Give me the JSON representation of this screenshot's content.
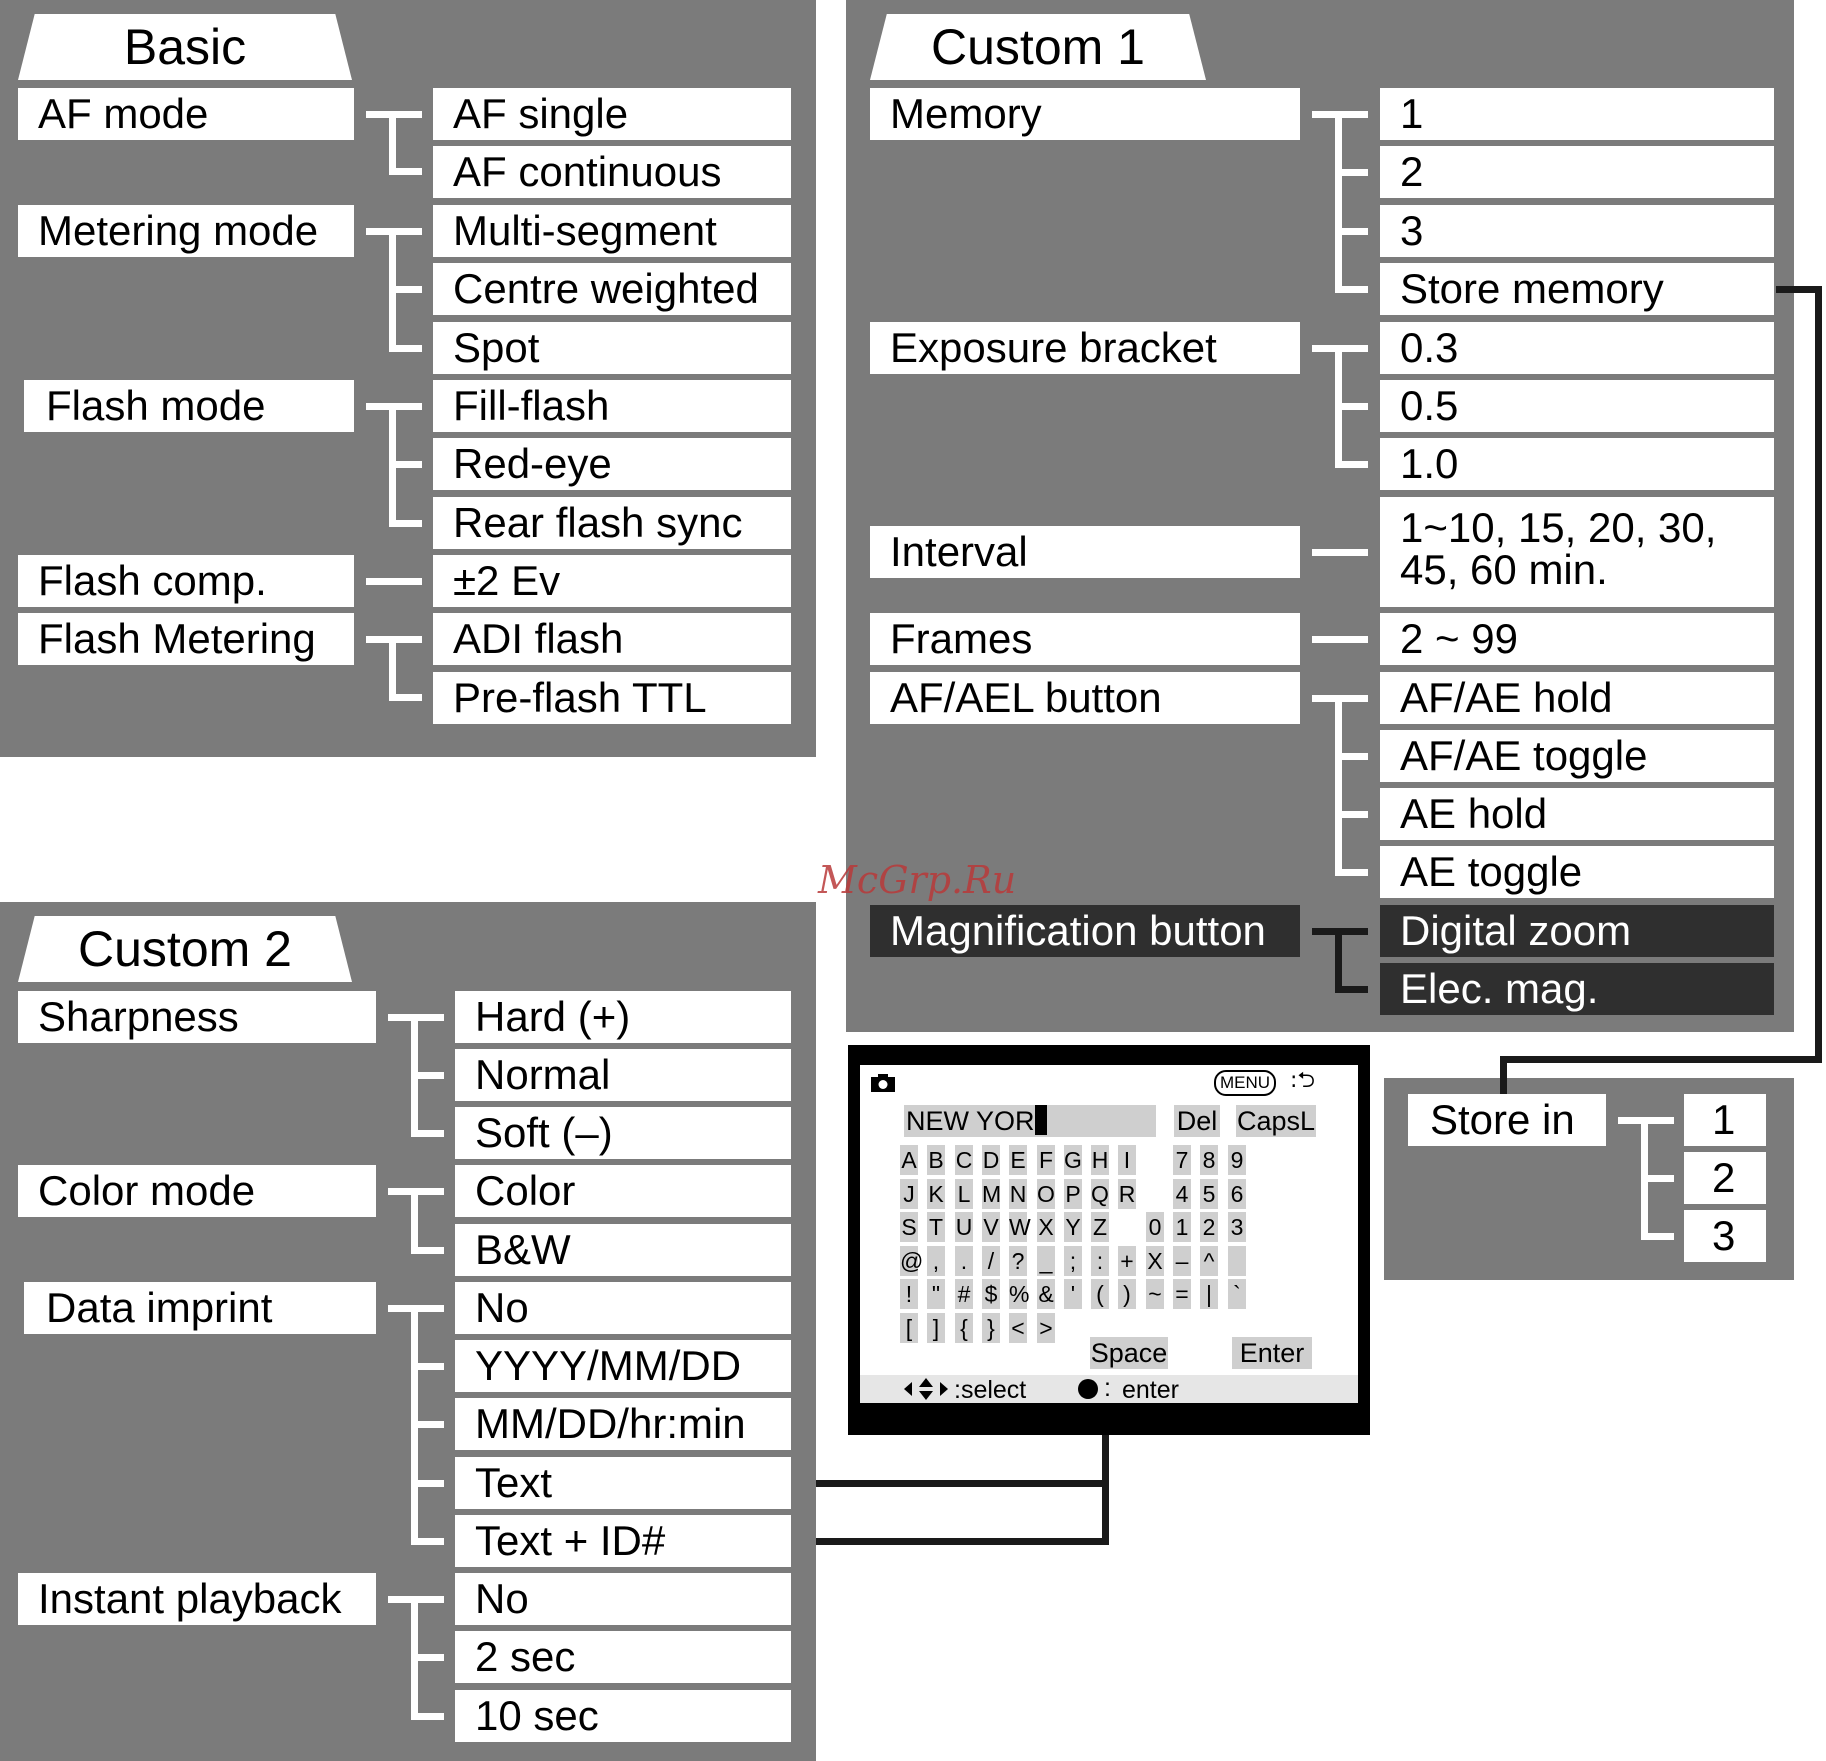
{
  "basic": {
    "title": "Basic",
    "settings": [
      "AF mode",
      "Metering mode",
      "Flash mode",
      "Flash comp.",
      "Flash Metering"
    ],
    "options": [
      "AF single",
      "AF continuous",
      "Multi-segment",
      "Centre weighted",
      "Spot",
      "Fill-flash",
      "Red-eye",
      "Rear flash sync",
      "±2 Ev",
      "ADI flash",
      "Pre-flash TTL"
    ]
  },
  "custom1": {
    "title": "Custom 1",
    "settings": [
      "Memory",
      "Exposure bracket",
      "Interval",
      "Frames",
      "AF/AEL button",
      "Magnification button"
    ],
    "options": [
      "1",
      "2",
      "3",
      "Store memory",
      "0.3",
      "0.5",
      "1.0",
      "1~10, 15, 20, 30,",
      "45, 60 min.",
      "2 ~ 99",
      "AF/AE hold",
      "AF/AE toggle",
      "AE hold",
      "AE toggle",
      "Digital zoom",
      "Elec. mag."
    ]
  },
  "custom2": {
    "title": "Custom 2",
    "settings": [
      "Sharpness",
      "Color mode",
      "Data imprint",
      "Instant playback"
    ],
    "options": [
      "Hard (+)",
      "Normal",
      "Soft (–)",
      "Color",
      "B&W",
      "No",
      "YYYY/MM/DD",
      "MM/DD/hr:min",
      "Text",
      "Text + ID#",
      "No",
      "2 sec",
      "10 sec"
    ]
  },
  "store": {
    "label": "Store in",
    "options": [
      "1",
      "2",
      "3"
    ]
  },
  "keyboard": {
    "menu_label": "MENU",
    "back_symbol": ":⮌",
    "input_text": "NEW YOR",
    "del_label": "Del",
    "caps_label": "CapsL",
    "rows": [
      [
        "A",
        "B",
        "C",
        "D",
        "E",
        "F",
        "G",
        "H",
        "I",
        "",
        "7",
        "8",
        "9"
      ],
      [
        "J",
        "K",
        "L",
        "M",
        "N",
        "O",
        "P",
        "Q",
        "R",
        "",
        "4",
        "5",
        "6"
      ],
      [
        "S",
        "T",
        "U",
        "V",
        "W",
        "X",
        "Y",
        "Z",
        "",
        "0",
        "1",
        "2",
        "3"
      ],
      [
        "@",
        ",",
        ".",
        "/",
        "?",
        "_",
        ";",
        ":",
        "+",
        "X",
        "–",
        "^",
        ""
      ],
      [
        "!",
        "\"",
        "#",
        "$",
        "%",
        "&",
        "'",
        "(",
        ")",
        "~",
        "=",
        "|",
        "`"
      ],
      [
        "[",
        "]",
        "{",
        "}",
        "<",
        ">"
      ]
    ],
    "space_label": "Space",
    "enter_label": "Enter",
    "select_hint": ":select",
    "enter_hint": "enter"
  },
  "watermark": "McGrp.Ru"
}
